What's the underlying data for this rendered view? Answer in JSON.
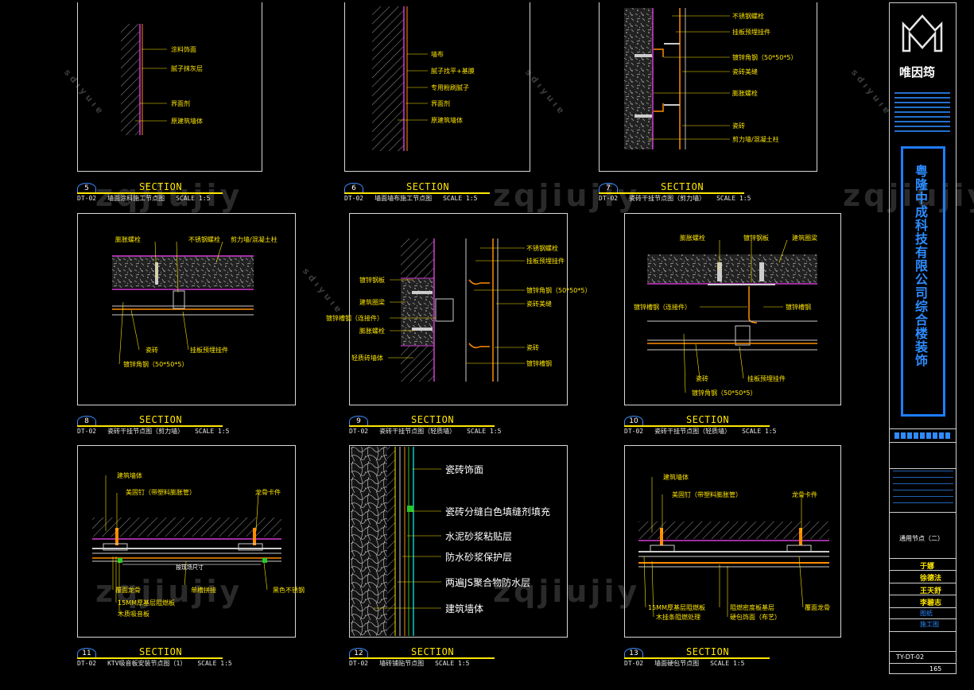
{
  "sections": [
    {
      "id": "s5",
      "num": "5",
      "word": "SECTION",
      "ref": "DT-02",
      "title": "墙面涂料施工节点图",
      "scale": "SCALE 1:5"
    },
    {
      "id": "s6",
      "num": "6",
      "word": "SECTION",
      "ref": "DT-02",
      "title": "墙面墙布施工节点图",
      "scale": "SCALE 1:5"
    },
    {
      "id": "s7",
      "num": "7",
      "word": "SECTION",
      "ref": "DT-02",
      "title": "瓷砖干挂节点图（剪力墙）",
      "scale": "SCALE 1:5"
    },
    {
      "id": "s8",
      "num": "8",
      "word": "SECTION",
      "ref": "DT-02",
      "title": "瓷砖干挂节点图（剪力墙）",
      "scale": "SCALE 1:5"
    },
    {
      "id": "s9",
      "num": "9",
      "word": "SECTION",
      "ref": "DT-02",
      "title": "瓷砖干挂节点图（轻质墙）",
      "scale": "SCALE 1:5"
    },
    {
      "id": "s10",
      "num": "10",
      "word": "SECTION",
      "ref": "DT-02",
      "title": "瓷砖干挂节点图（轻质墙）",
      "scale": "SCALE 1:5"
    },
    {
      "id": "s11",
      "num": "11",
      "word": "SECTION",
      "ref": "DT-02",
      "title": "KTV吸音板安装节点图（1）",
      "scale": "SCALE 1:5"
    },
    {
      "id": "s12",
      "num": "12",
      "word": "SECTION",
      "ref": "DT-02",
      "title": "墙砖铺贴节点图",
      "scale": "SCALE 1:5"
    },
    {
      "id": "s13",
      "num": "13",
      "word": "SECTION",
      "ref": "DT-02",
      "title": "墙面硬包节点图",
      "scale": "SCALE 1:5"
    }
  ],
  "labels": {
    "p5": [
      "涂料饰面",
      "腻子抹灰层",
      "界面剂",
      "原建筑墙体"
    ],
    "p6": [
      "墙布",
      "腻子找平+基膜",
      "专用粉刷腻子",
      "界面剂",
      "原建筑墙体"
    ],
    "p7": [
      "不锈钢螺栓",
      "挂板预埋挂件",
      "镀锌角钢（50*50*5）",
      "瓷砖美缝",
      "膨胀螺栓",
      "瓷砖",
      "剪力墙/混凝土柱"
    ],
    "p8": [
      "膨胀螺栓",
      "不锈钢螺栓",
      "剪力墙/混凝土柱",
      "瓷砖",
      "挂板预埋挂件",
      "镀锌角钢（50*50*5）"
    ],
    "p9": [
      "不锈钢螺栓",
      "挂板预埋挂件",
      "镀锌钢板",
      "建筑圈梁",
      "镀锌角钢（50*50*5）",
      "瓷砖美缝",
      "镀锌槽钢（连接件）",
      "膨胀螺栓",
      "瓷砖",
      "轻质砖墙体",
      "镀锌槽钢"
    ],
    "p10": [
      "膨胀螺栓",
      "镀锌钢板",
      "建筑圈梁",
      "镀锌槽钢（连接件）",
      "镀锌槽钢",
      "瓷砖",
      "挂板预埋挂件",
      "镀锌角钢（50*50*5）"
    ],
    "p11": [
      "建筑墙体",
      "美固钉（带塑料膨胀管）",
      "龙骨卡件",
      "按现场尺寸",
      "覆面龙骨",
      "15MM厚基层阻燃板",
      "木质吸音板",
      "单槽拼接",
      "黑色不锈钢"
    ],
    "p12": [
      "瓷砖饰面",
      "瓷砖分缝白色填缝剂填充",
      "水泥砂浆粘贴层",
      "防水砂浆保护层",
      "两遍JS聚合物防水层",
      "建筑墙体"
    ],
    "p13": [
      "建筑墙体",
      "美固钉（带塑料膨胀管）",
      "龙骨卡件",
      "15MM厚基层阻燃板",
      "木挂条阻燃处理",
      "阻燃密度板基层",
      "硬包饰面（布艺）",
      "覆面龙骨"
    ]
  },
  "watermark": "zqjiujiy",
  "watermark_small": "sdıyuıɐ",
  "titleblock": {
    "brand": "唯因筠",
    "project": "粤隆中成科技有限公司综合楼装饰",
    "drawing_name": "通用节点（二）",
    "names": [
      "于娜",
      "徐德法",
      "王天舒",
      "李碧志"
    ],
    "stage1": "图纸",
    "stage2": "施工图",
    "drawing_no": "TY-DT-02",
    "page": "165"
  },
  "colors": {
    "yellow": "#ffe600",
    "blue": "#2d8cff",
    "magenta": "#d23cd2",
    "orange": "#ff8c00",
    "green": "#28c828",
    "cyan": "#00c8c8"
  }
}
